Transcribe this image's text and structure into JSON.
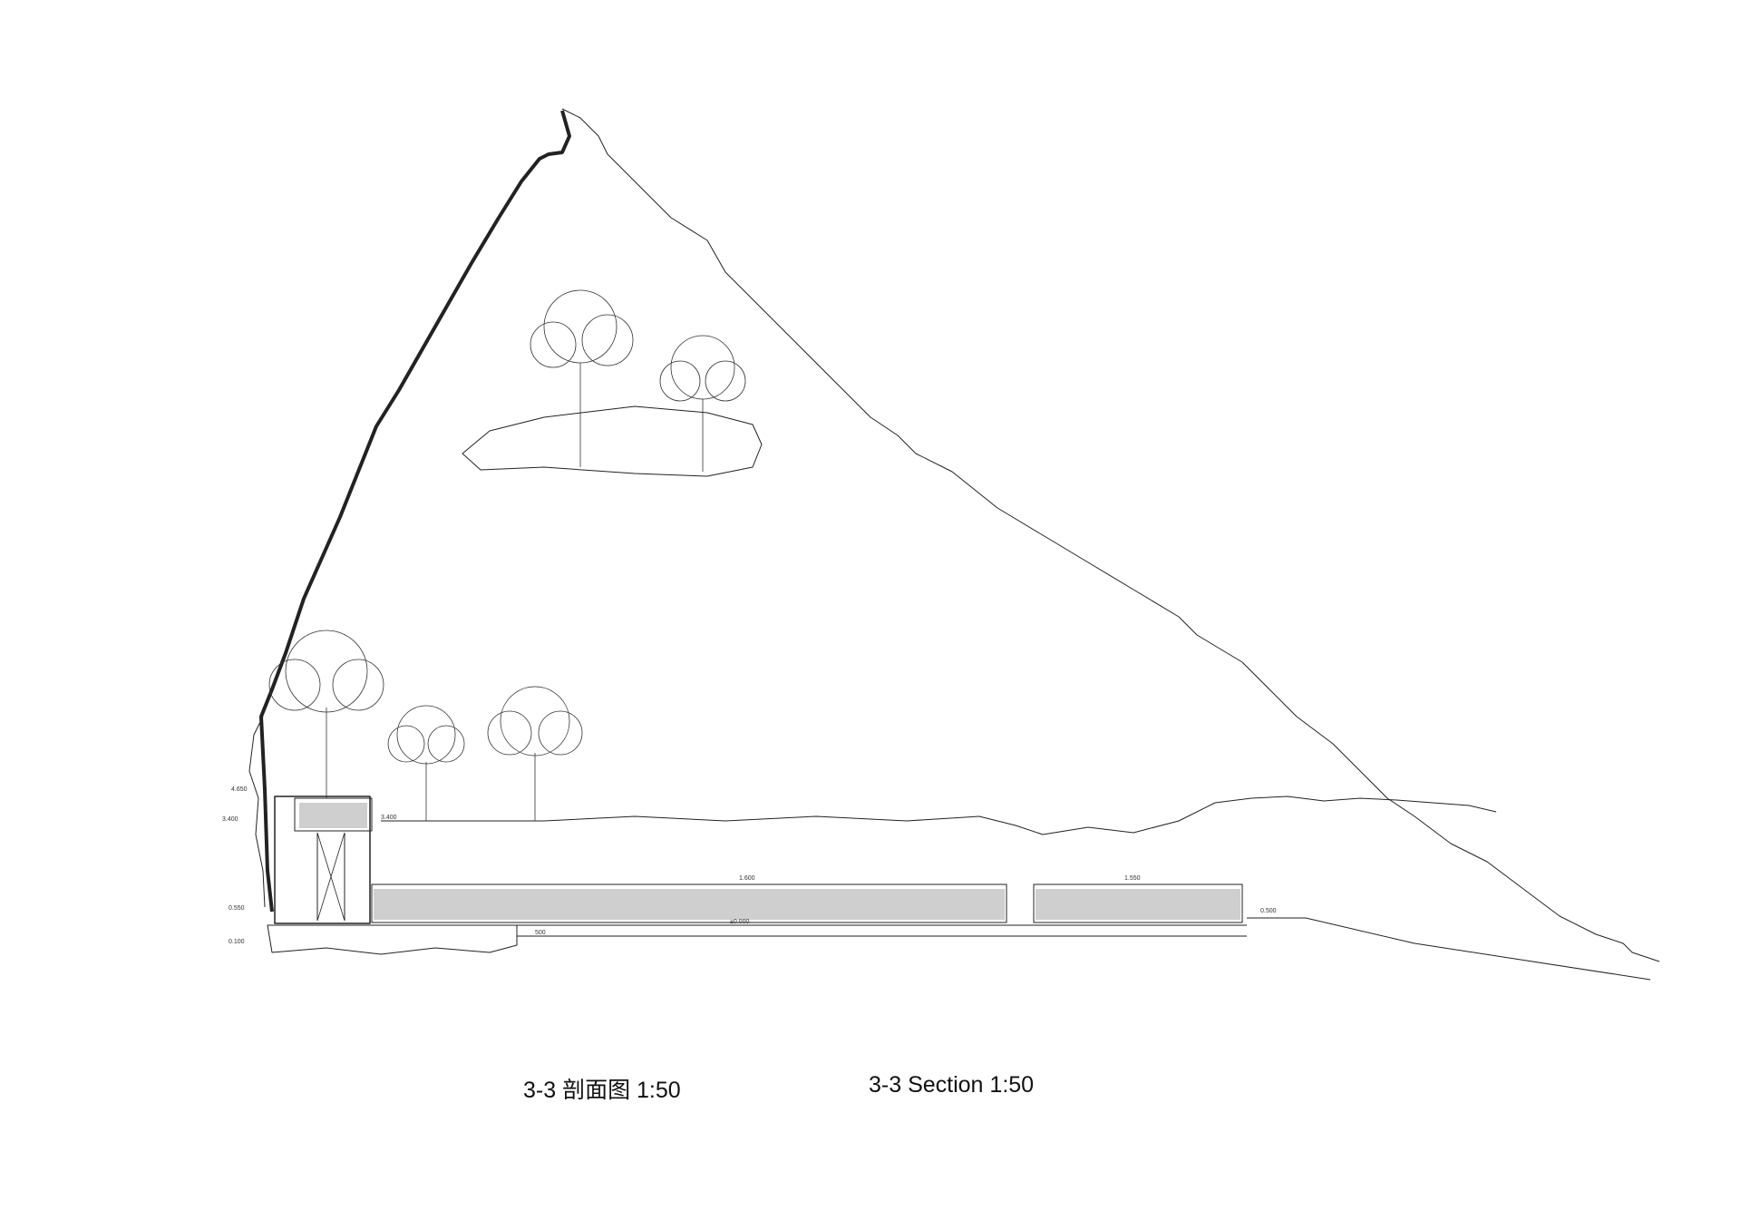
{
  "caption": {
    "chinese": "3-3 剖面图 1:50",
    "english": "3-3 Section 1:50"
  },
  "elevations": {
    "top_roof": "4.650",
    "upper_ground": "3.400",
    "terrace": "3.400",
    "lower_step": "0.550",
    "base": "0.100",
    "ground_right": "0.500",
    "floor_zero": "±0.000"
  },
  "dimensions": {
    "fence_left": "1.600",
    "fence_right": "1.550",
    "step": "500"
  }
}
